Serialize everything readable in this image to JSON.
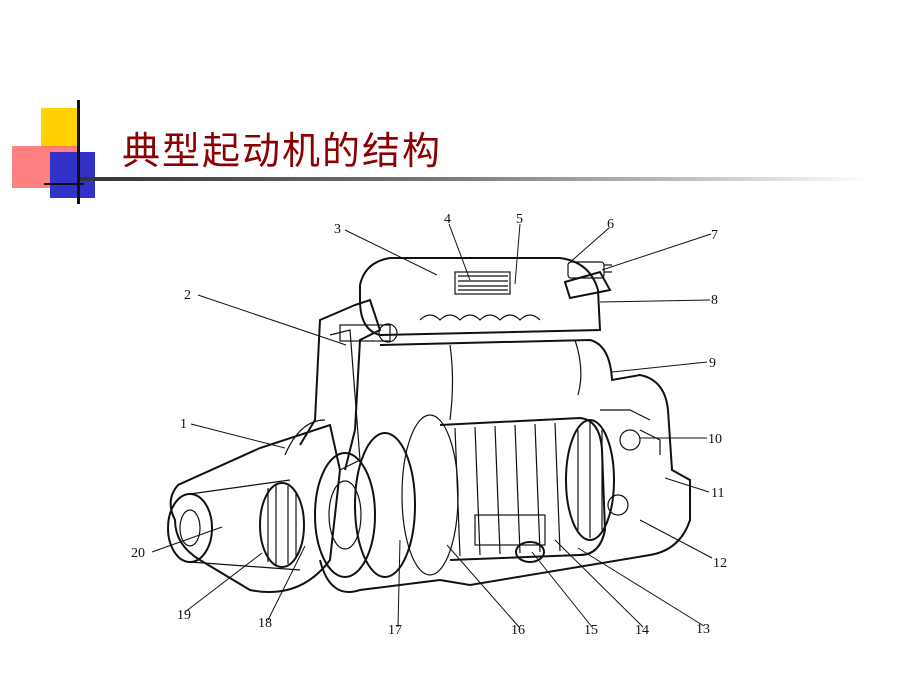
{
  "slide": {
    "title": "典型起动机的结构"
  },
  "diagram": {
    "labels": [
      "1",
      "2",
      "3",
      "4",
      "5",
      "6",
      "7",
      "8",
      "9",
      "10",
      "11",
      "12",
      "13",
      "14",
      "15",
      "16",
      "17",
      "18",
      "19",
      "20"
    ]
  }
}
